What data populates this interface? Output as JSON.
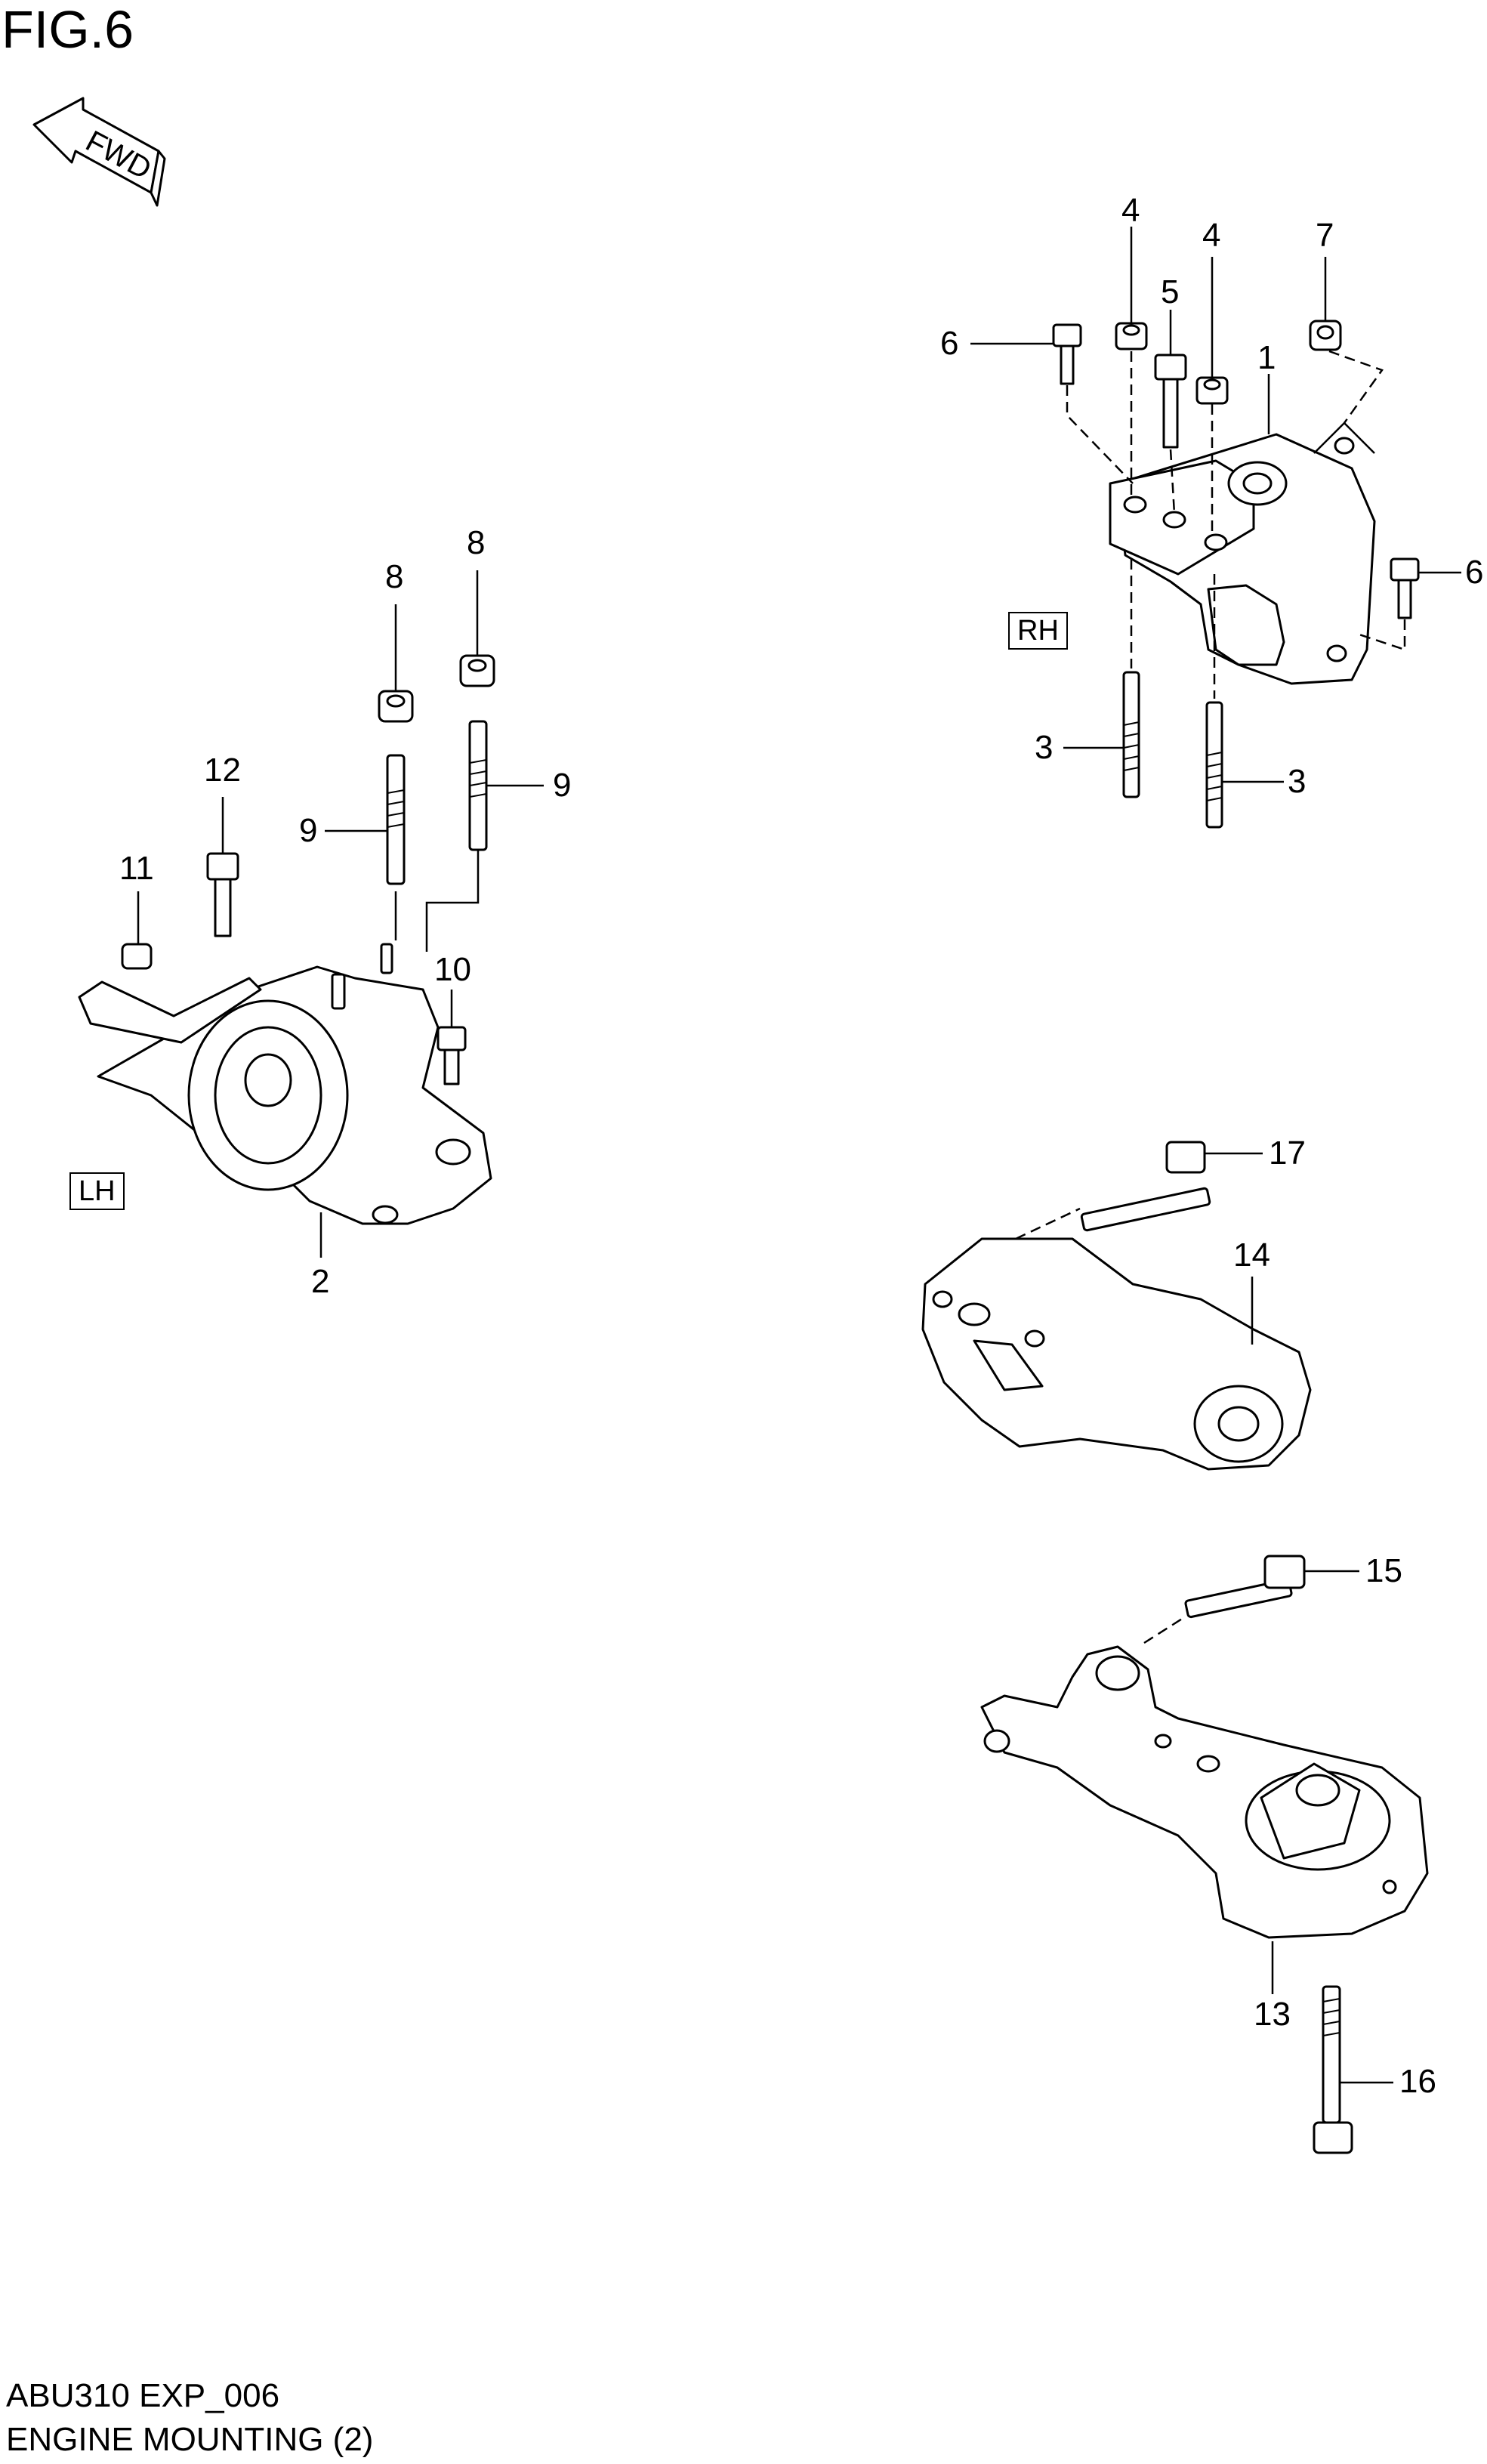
{
  "figure_title": "FIG.6",
  "fwd_label": "FWD",
  "side_labels": {
    "rh": "RH",
    "lh": "LH"
  },
  "callouts": {
    "c1": "1",
    "c2": "2",
    "c3a": "3",
    "c3b": "3",
    "c4a": "4",
    "c4b": "4",
    "c5": "5",
    "c6a": "6",
    "c6b": "6",
    "c7": "7",
    "c8a": "8",
    "c8b": "8",
    "c9a": "9",
    "c9b": "9",
    "c10": "10",
    "c11": "11",
    "c12": "12",
    "c13": "13",
    "c14": "14",
    "c15": "15",
    "c16": "16",
    "c17": "17"
  },
  "footer": {
    "code": "ABU310 EXP_006",
    "title": "ENGINE MOUNTING (2)"
  }
}
